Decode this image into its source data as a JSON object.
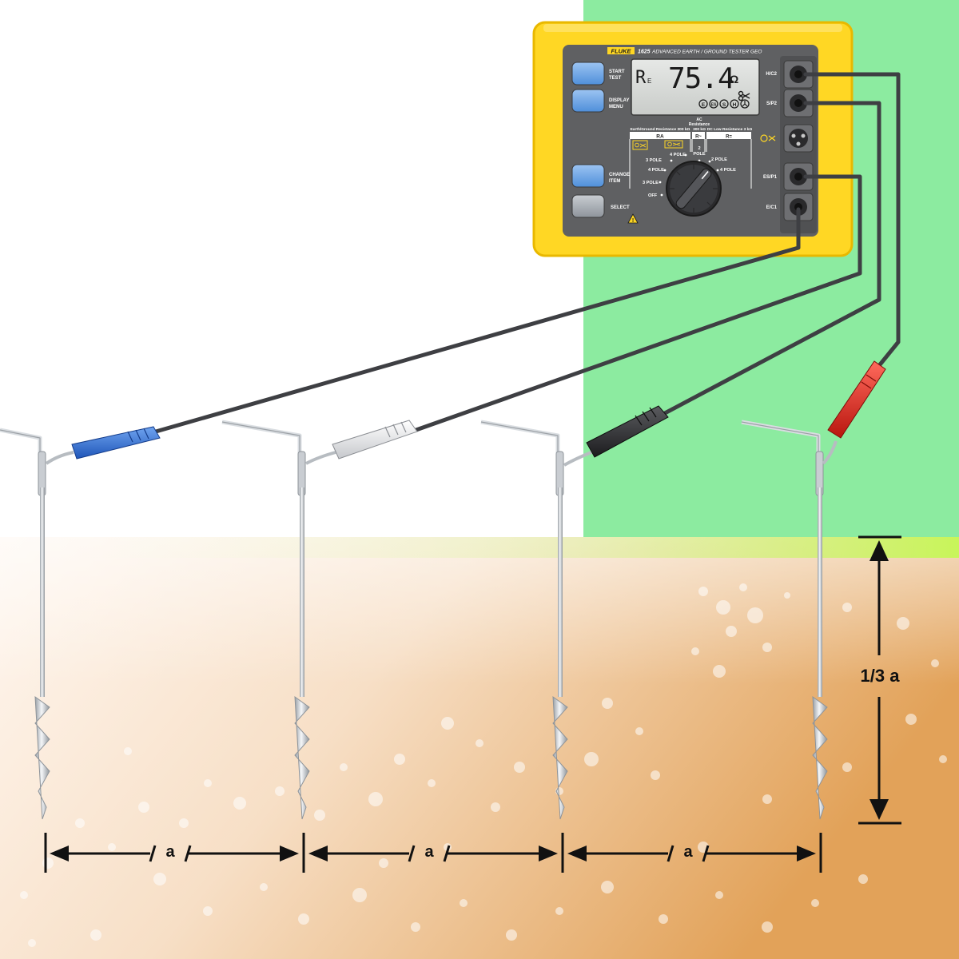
{
  "colors": {
    "green_bg": "#8CEBA0",
    "soil_light": "#FBEFE4",
    "soil_dark": "#E2A259",
    "meter_yellow": "#FFD724",
    "panel_gray": "#5F6062",
    "lead_gray": "#3E3F43",
    "clip_blue": "#2F6FD6",
    "clip_white": "#F2F2F2",
    "clip_black": "#2B2B2B",
    "clip_red": "#E0241B"
  },
  "meter": {
    "brand": "FLUKE",
    "model": "1625",
    "subtitle": "ADVANCED EARTH / GROUND TESTER GEO",
    "display": {
      "symbol": "R",
      "symbol_sub": "E",
      "value": "75.4",
      "unit": "Ω",
      "indicators": [
        "E",
        "ES",
        "S",
        "H"
      ]
    },
    "buttons": [
      {
        "line1": "START",
        "line2": "TEST"
      },
      {
        "line1": "DISPLAY",
        "line2": "MENU"
      },
      {
        "line1": "CHANGE",
        "line2": "ITEM"
      },
      {
        "line1": "SELECT",
        "line2": ""
      }
    ],
    "dial": {
      "header_main": "Earth/Ground Resistance 300 kΩ",
      "header_ac_1": "AC",
      "header_ac_2": "Resistance",
      "header_ac_3": "300 kΩ",
      "header_dc": "DC Low Resistance 3 kΩ",
      "ra_label": "RA",
      "r_ac_label": "R~",
      "r_dc_label": "R=",
      "positions_left": [
        "4 POLE",
        "3 POLE",
        "4 POLE",
        "3 POLE",
        "OFF"
      ],
      "positions_mid": [
        "2",
        "POLE"
      ],
      "positions_right": [
        "2 POLE",
        "4 POLE"
      ]
    },
    "jacks": [
      {
        "label": "H/C2"
      },
      {
        "label": "S/P2"
      },
      {
        "label": ""
      },
      {
        "label": "ES/P1"
      },
      {
        "label": "E/C1"
      }
    ]
  },
  "dimensions": {
    "spacing_label": "a",
    "depth_label": "1/3 a"
  }
}
